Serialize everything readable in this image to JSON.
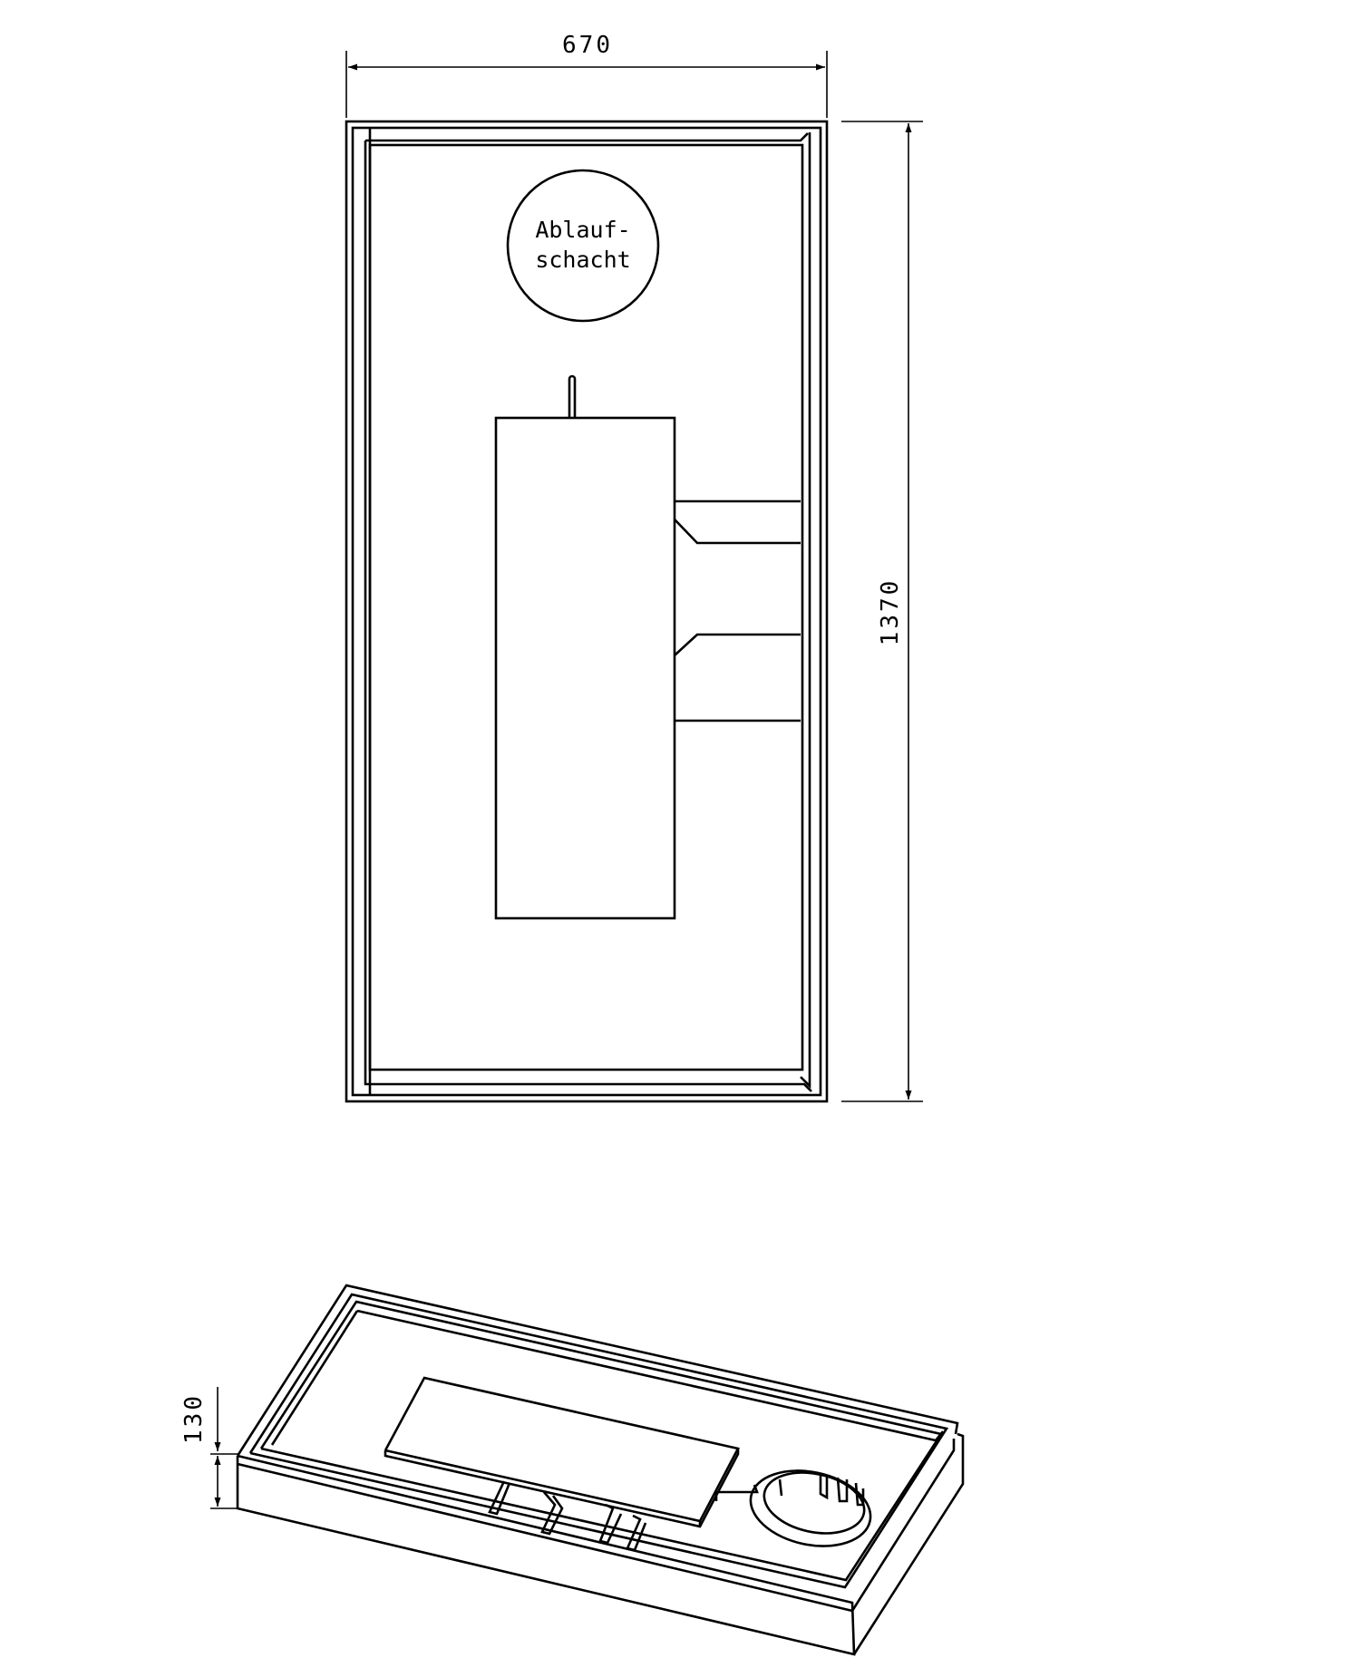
{
  "top_view": {
    "width_dimension": "670",
    "height_dimension": "1370",
    "drain_label_line1": "Ablauf-",
    "drain_label_line2": "schacht"
  },
  "iso_view": {
    "depth_dimension": "130"
  },
  "colors": {
    "line": "#000000",
    "background": "#ffffff"
  }
}
